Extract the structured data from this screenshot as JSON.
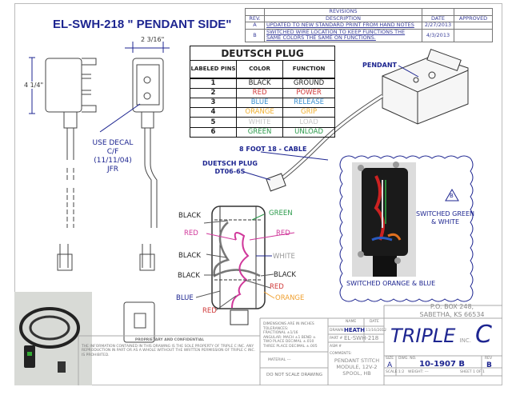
{
  "title": "EL-SWH-218 \" PENDANT SIDE\"",
  "revisions": {
    "heading": "REVISIONS",
    "columns": [
      "REV.",
      "DESCRIPTION",
      "DATE",
      "APPROVED"
    ],
    "rows": [
      {
        "rev": "A",
        "description": "UPDATED TO NEW STANDARD PRINT FROM HAND NOTES",
        "date": "2/27/2013",
        "approved": ""
      },
      {
        "rev": "B",
        "description": "SWITCHED WIRE LOCATION TO KEEP FUNCTIONS THE SAME COLORS THE SAME ON FUNCTIONS.",
        "date": "4/3/2013",
        "approved": ""
      }
    ]
  },
  "dimensions": {
    "width": "2 3/16\"",
    "height": "4 1/4\""
  },
  "decal_note": [
    "USE DECAL",
    "C/F",
    "(11/11/04)",
    "JFR"
  ],
  "deutsch_plug": {
    "title": "DEUTSCH PLUG",
    "columns": [
      "LABELED PINS",
      "COLOR",
      "FUNCTION"
    ],
    "rows": [
      {
        "pin": "1",
        "color": "BLACK",
        "function": "GROUND",
        "hex": "#222222"
      },
      {
        "pin": "2",
        "color": "RED",
        "function": "POWER",
        "hex": "#d03a3a"
      },
      {
        "pin": "3",
        "color": "BLUE",
        "function": "RELEASE",
        "hex": "#3a8fd0"
      },
      {
        "pin": "4",
        "color": "ORANGE",
        "function": "GRIP",
        "hex": "#f0b030"
      },
      {
        "pin": "5",
        "color": "WHITE",
        "function": "LOAD",
        "hex": "#c8c8c8"
      },
      {
        "pin": "6",
        "color": "GREEN",
        "function": "UNLOAD",
        "hex": "#2a9a4a"
      }
    ]
  },
  "callouts": {
    "pendant": "PENDANT",
    "cable": "8 FOOT 18 - CABLE",
    "plug": [
      "DUETSCH PLUG",
      "DT06-6S"
    ]
  },
  "wiring": {
    "left": [
      "BLACK",
      "RED",
      "BLACK",
      "BLACK",
      "BLUE",
      "RED"
    ],
    "right": [
      "GREEN",
      "RED",
      "WHITE",
      "BLACK",
      "RED",
      "ORANGE"
    ]
  },
  "photo_notes": {
    "revision_marker": "B",
    "top": [
      "SWITCHED GREEN",
      "& WHITE"
    ],
    "bottom": "SWITCHED ORANGE & BLUE"
  },
  "title_block": {
    "address": [
      "P.O. BOX 248,",
      "SABETHA, KS 66534"
    ],
    "company": "TRIPLE",
    "company_c": "C",
    "company_inc": "INC.",
    "dimensions_note": [
      "DIMENSIONS ARE IN INCHES",
      "TOLERANCES:",
      "FRACTIONAL ±1/16",
      "ANGULAR: MACH ±1  BEND ±",
      "TWO PLACE DECIMAL  ±.010",
      "THREE PLACE DECIMAL  ±.005"
    ],
    "material_label": "MATERIAL",
    "material_value": "---",
    "no_scale": "DO NOT SCALE DRAWING",
    "proprietary_heading": "PROPRIETARY AND CONFIDENTIAL",
    "proprietary_text": "THE INFORMATION CONTAINED IN THIS DRAWING IS THE SOLE PROPERTY OF TRIPLE C INC. ANY REPRODUCTION IN PART OR AS A WHOLE WITHOUT THE WRITTEN PERMISSION OF TRIPLE C INC. IS PROHIBITED.",
    "name_header": "NAME",
    "date_header": "DATE",
    "drawn_label": "DRAWN",
    "drawn_name": "HEATH",
    "drawn_date": "11/16/2012",
    "part_label": "PART #",
    "part_value": "EL-SWH-218",
    "asm_label": "ASM #",
    "comments_label": "COMMENTS:",
    "description": [
      "PENDANT STITCH",
      "MODULE, 12V-2",
      "SPOOL, HB"
    ],
    "size_label": "SIZE",
    "size": "A",
    "dwg_label": "DWG. NO.",
    "dwg_no": "10-1907 B",
    "rev_label": "REV",
    "rev": "B",
    "scale": "SCALE:1:2",
    "weight": "WEIGHT: ---",
    "sheet": "SHEET 1 OF 1"
  }
}
